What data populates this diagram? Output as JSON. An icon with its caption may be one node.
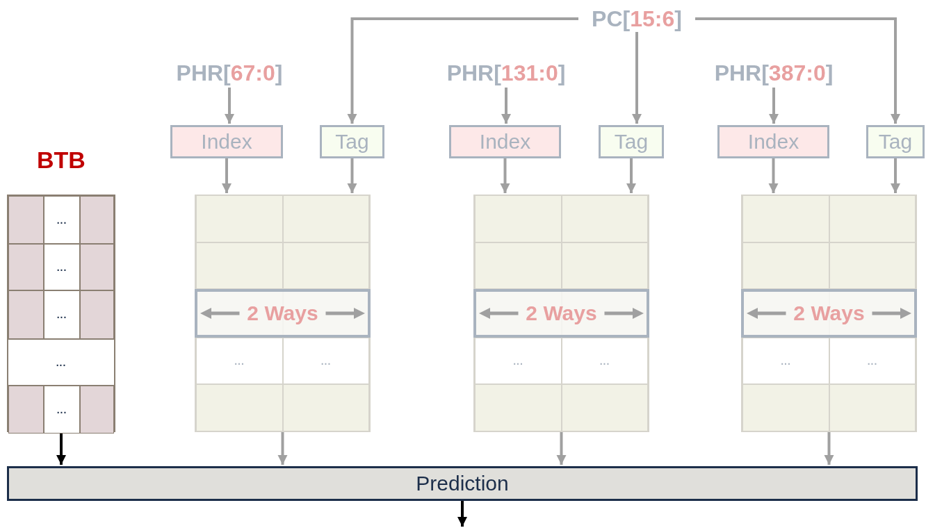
{
  "diagram": {
    "nodes": [
      {
        "text": [
          "PC[**15:6**]"
        ]
      },
      {
        "text": [
          "PHR[**67:0**]"
        ]
      },
      {
        "text": [
          "PHR[**131:0**]"
        ]
      },
      {
        "text": [
          "PHR[**387:0**]"
        ]
      },
      {
        "text": [
          "Index"
        ]
      },
      {
        "text": [
          "Tag"
        ]
      },
      {
        "text": [
          "Index"
        ]
      },
      {
        "text": [
          "Tag"
        ]
      },
      {
        "text": [
          "Index"
        ]
      },
      {
        "text": [
          "Tag"
        ]
      },
      {
        "text": [
          "BTB"
        ]
      },
      {
        "text": [],
        "shape": "box"
      },
      {
        "text": [
          "2 Ways"
        ],
        "in": 11
      },
      {
        "text": [],
        "shape": "box"
      },
      {
        "text": [
          "2 Ways"
        ],
        "in": 13
      },
      {
        "text": [],
        "shape": "box"
      },
      {
        "text": [
          "2 Ways"
        ],
        "in": 15
      },
      {
        "text": [
          "Prediction"
        ]
      }
    ],
    "edges": [
      {
        "from": 0,
        "to": 5,
        "arrow": "to"
      },
      {
        "from": 0,
        "to": 7,
        "arrow": "to"
      },
      {
        "from": 0,
        "to": 9,
        "arrow": "to"
      },
      {
        "from": 1,
        "to": 4,
        "arrow": "to"
      },
      {
        "from": 2,
        "to": 6,
        "arrow": "to"
      },
      {
        "from": 3,
        "to": 8,
        "arrow": "to"
      },
      {
        "from": 4,
        "to": 11,
        "arrow": "to"
      },
      {
        "from": 5,
        "to": 11,
        "arrow": "to"
      },
      {
        "from": 6,
        "to": 13,
        "arrow": "to"
      },
      {
        "from": 7,
        "to": 13,
        "arrow": "to"
      },
      {
        "from": 8,
        "to": 15,
        "arrow": "to"
      },
      {
        "from": 9,
        "to": 15,
        "arrow": "to"
      },
      {
        "from": 10,
        "to": 17,
        "arrow": "to",
        "color": "#000000"
      },
      {
        "from": 11,
        "to": 17,
        "arrow": "to"
      },
      {
        "from": 13,
        "to": 17,
        "arrow": "to"
      },
      {
        "from": 15,
        "to": 17,
        "arrow": "to"
      },
      {
        "from": 17,
        "to": null,
        "arrow": "to",
        "color": "#000000"
      }
    ],
    "labels": [
      "...",
      "...",
      "...",
      "...",
      "...",
      "...",
      "...",
      "...",
      "...",
      "...",
      "..."
    ]
  }
}
